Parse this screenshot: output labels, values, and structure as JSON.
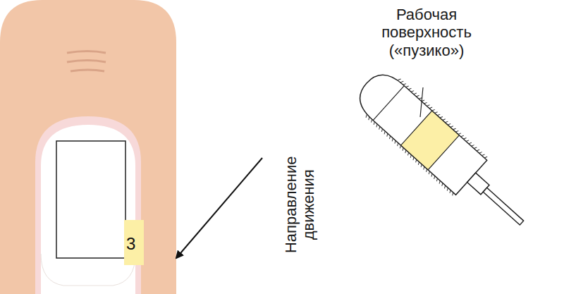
{
  "diagram": {
    "nodes": [
      {
        "text": [
          "3"
        ]
      }
    ],
    "labels": [
      "Рабочая поверхность («пузико»)",
      "Направление движения"
    ]
  }
}
